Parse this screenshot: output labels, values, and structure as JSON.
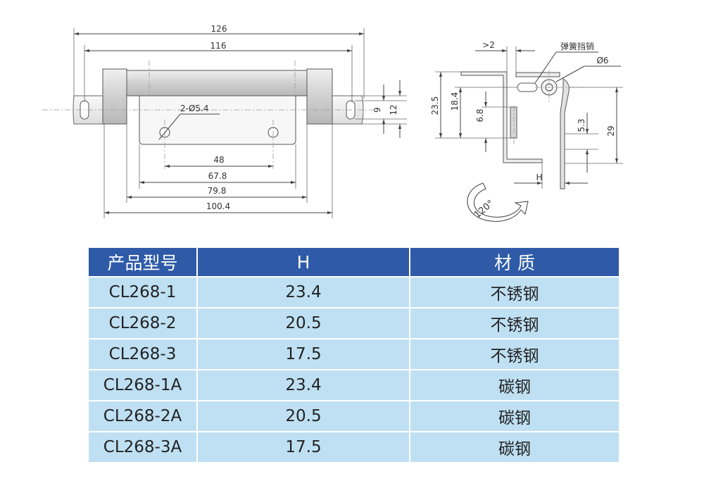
{
  "front_view": {
    "overall_width": "126",
    "pin_span": "116",
    "hole_label": "2-Ø5.4",
    "hole_pitch": "48",
    "leaf_width": "67.8",
    "body_width": "79.8",
    "base_width": "100.4",
    "slot_height": "9",
    "tab_height": "12"
  },
  "side_view": {
    "gap": ">2",
    "spring_pin_label": "弹簧挡销",
    "pin_diameter": "Ø6",
    "height_23_5": "23.5",
    "height_18_4": "18.4",
    "height_6_8": "6.8",
    "height_5_3": "5.3",
    "height_29": "29",
    "offset_h": "H",
    "rotation": "120°"
  },
  "table": {
    "headers": [
      "产品型号",
      "H",
      "材 质"
    ],
    "rows": [
      [
        "CL268-1",
        "23.4",
        "不锈钢"
      ],
      [
        "CL268-2",
        "20.5",
        "不锈钢"
      ],
      [
        "CL268-3",
        "17.5",
        "不锈钢"
      ],
      [
        "CL268-1A",
        "23.4",
        "碳钢"
      ],
      [
        "CL268-2A",
        "20.5",
        "碳钢"
      ],
      [
        "CL268-3A",
        "17.5",
        "碳钢"
      ]
    ]
  },
  "colors": {
    "header_bg": "#2e5aa8",
    "cell_bg": "#bfe0f3",
    "metal": "#d9d9d9"
  }
}
